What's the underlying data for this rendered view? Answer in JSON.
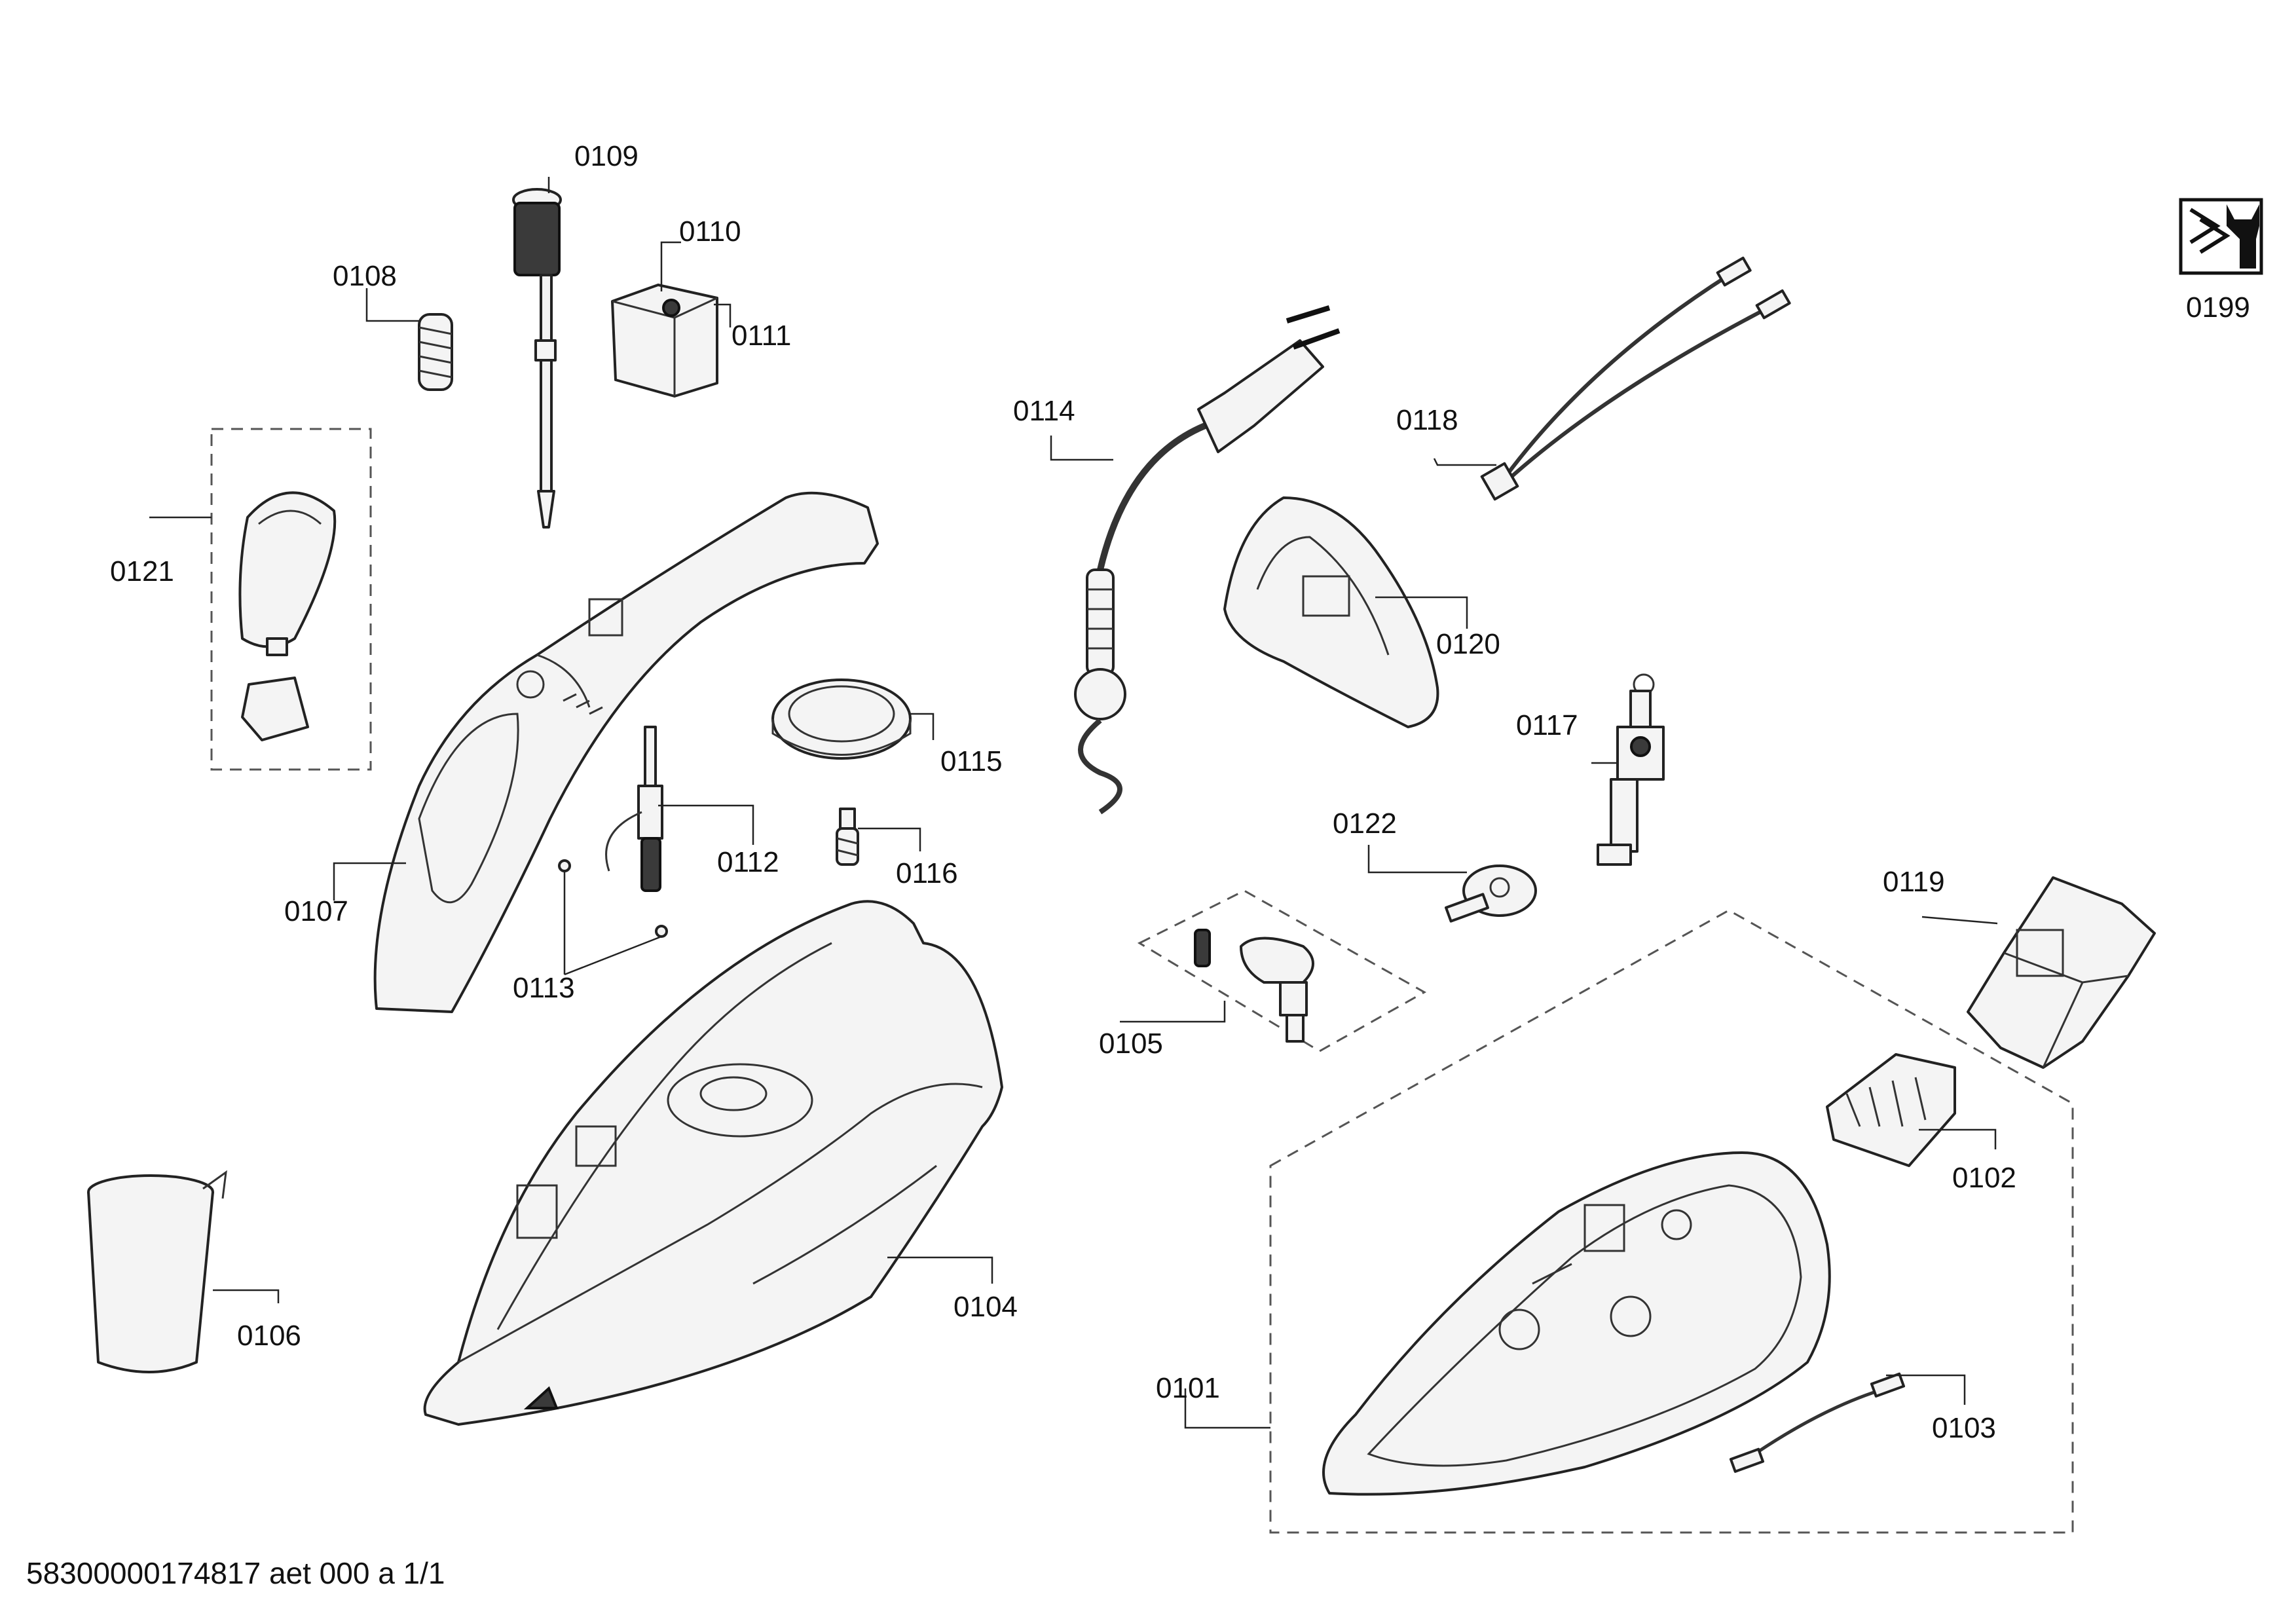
{
  "labels": {
    "p0101": "0101",
    "p0102": "0102",
    "p0103": "0103",
    "p0104": "0104",
    "p0105": "0105",
    "p0106": "0106",
    "p0107": "0107",
    "p0108": "0108",
    "p0109": "0109",
    "p0110": "0110",
    "p0111": "0111",
    "p0112": "0112",
    "p0113": "0113",
    "p0114": "0114",
    "p0115": "0115",
    "p0116": "0116",
    "p0117": "0117",
    "p0118": "0118",
    "p0119": "0119",
    "p0120": "0120",
    "p0121": "0121",
    "p0122": "0122",
    "p0199": "0199"
  },
  "footer": {
    "document_code": "58300000174817 aet 000 a 1/1"
  },
  "icons": {
    "service_symbol": "wrench-chevron-icon"
  },
  "colors": {
    "line": "#222222",
    "fill": "#f4f4f4",
    "background": "#ffffff"
  }
}
